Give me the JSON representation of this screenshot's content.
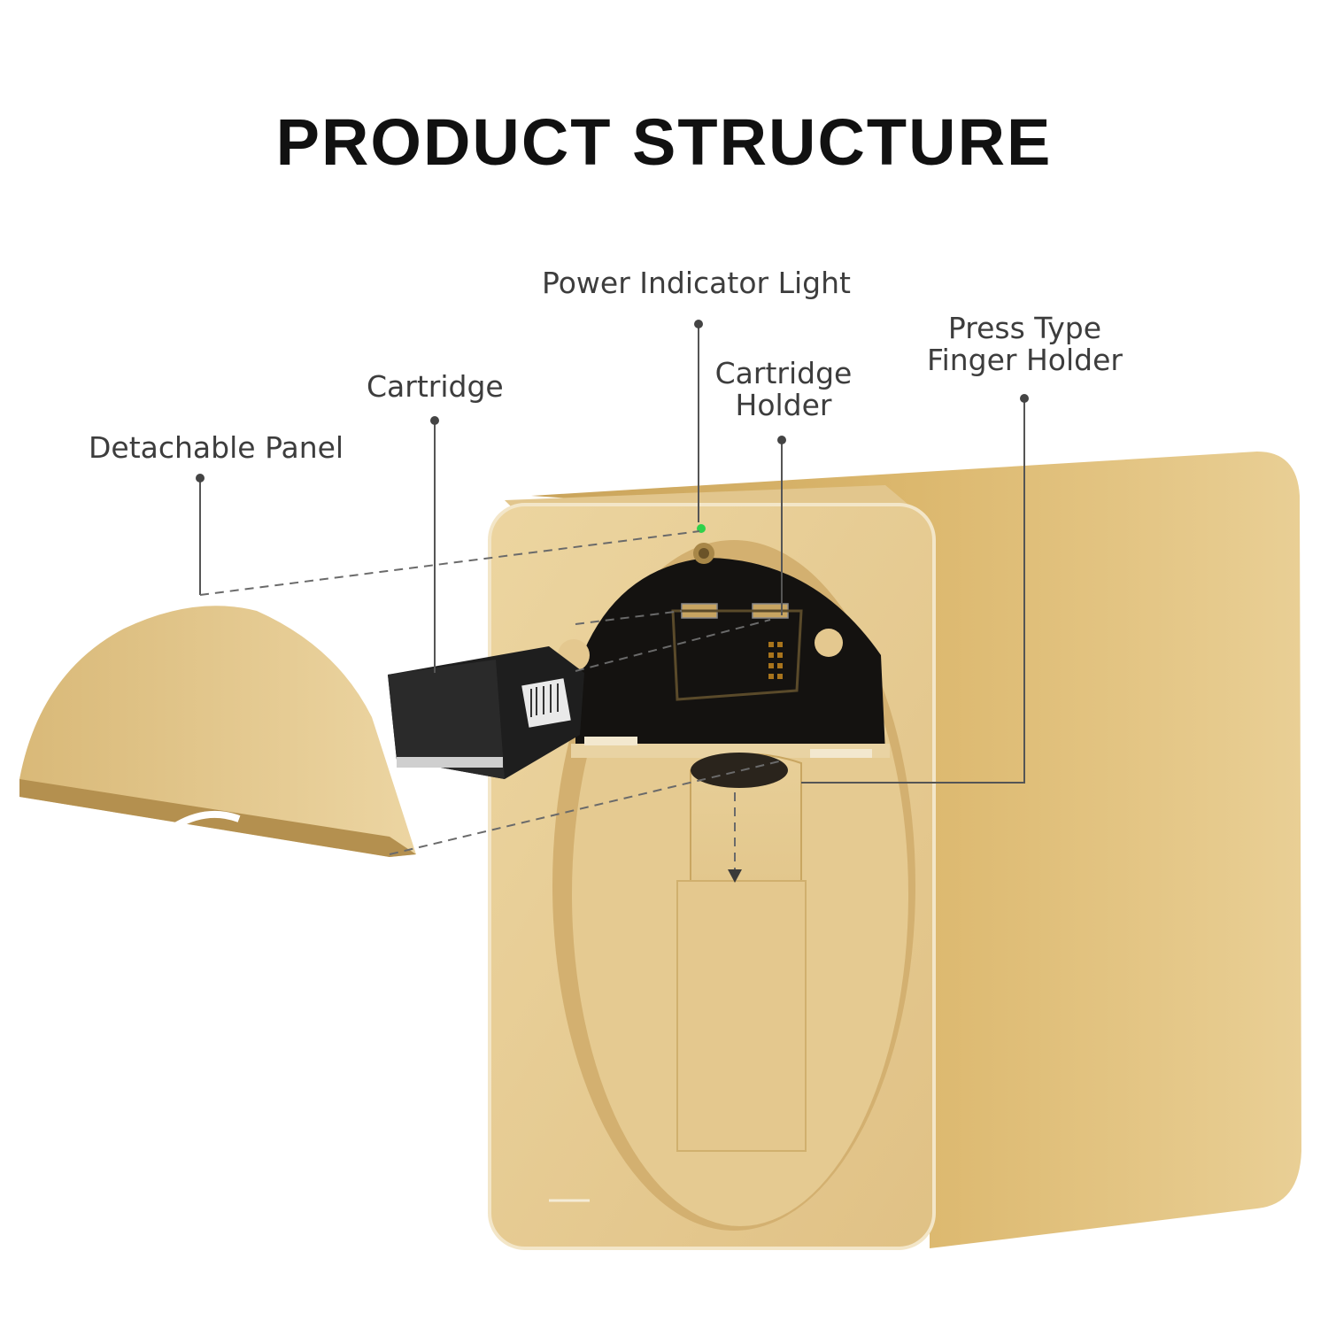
{
  "title": "PRODUCT STRUCTURE",
  "callouts": {
    "detachable_panel": "Detachable Panel",
    "cartridge": "Cartridge",
    "power_indicator": "Power Indicator Light",
    "cartridge_holder_line1": "Cartridge",
    "cartridge_holder_line2": "Holder",
    "finger_holder_line1": "Press Type",
    "finger_holder_line2": "Finger Holder"
  },
  "colors": {
    "gold_front": "#e6c98a",
    "gold_side": "#d9b46a",
    "gold_dark": "#b8934e",
    "indicator_light": "#2fd14a",
    "cartridge_body": "#1e1e1e",
    "leader_line": "#555555"
  }
}
